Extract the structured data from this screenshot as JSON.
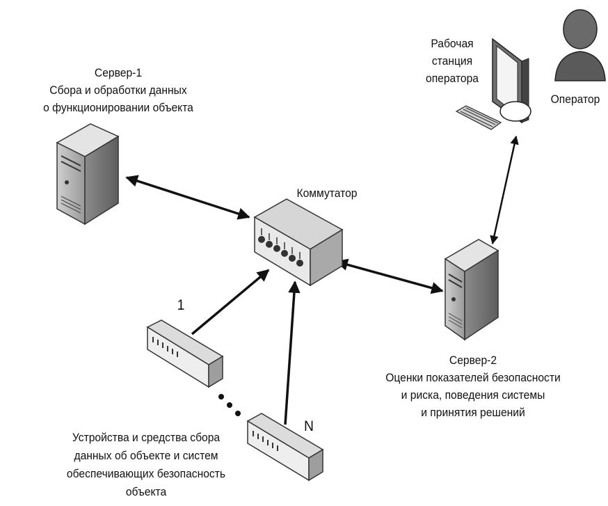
{
  "nodes": {
    "server1": {
      "title": "Сервер-1",
      "lines": [
        "Сбора и обработки данных",
        "о функционировании объекта"
      ]
    },
    "workstation": {
      "lines": [
        "Рабочая",
        "станция",
        "оператора"
      ]
    },
    "operator": {
      "label": "Оператор"
    },
    "switch": {
      "label": "Коммутатор"
    },
    "server2": {
      "title": "Сервер-2",
      "lines": [
        "Оценки показателей безопасности",
        "и риска, поведения системы",
        "и принятия решений"
      ]
    },
    "device_first": {
      "label": "1"
    },
    "device_last": {
      "label": "N"
    },
    "devices": {
      "lines": [
        "Устройства и средства сбора",
        "данных об объекте и  систем",
        "обеспечивающих безопасность",
        "объекта"
      ]
    }
  },
  "connections": [
    {
      "from": "server1",
      "to": "switch",
      "direction": "both"
    },
    {
      "from": "switch",
      "to": "server2",
      "direction": "both"
    },
    {
      "from": "workstation",
      "to": "server2",
      "direction": "both"
    },
    {
      "from": "device_first",
      "to": "switch",
      "direction": "to"
    },
    {
      "from": "device_last",
      "to": "switch",
      "direction": "to"
    }
  ]
}
